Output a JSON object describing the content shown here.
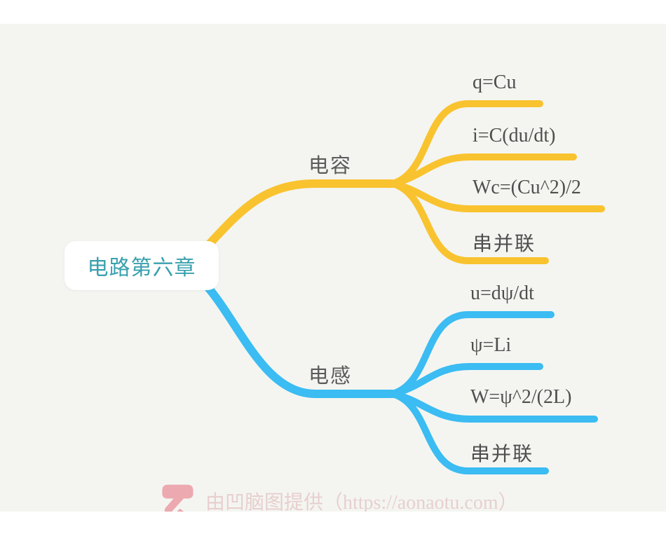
{
  "root": {
    "label": "电路第六章"
  },
  "branches": [
    {
      "label": "电容",
      "color": "#F9C32F",
      "children": [
        {
          "label": "q=Cu"
        },
        {
          "label": "i=C(du/dt)"
        },
        {
          "label": "Wc=(Cu^2)/2"
        },
        {
          "label": "串并联"
        }
      ]
    },
    {
      "label": "电感",
      "color": "#3BBCF2",
      "children": [
        {
          "label": "u=dψ/dt"
        },
        {
          "label": "ψ=Li"
        },
        {
          "label": "W=ψ^2/(2L)"
        },
        {
          "label": "串并联"
        }
      ]
    }
  ],
  "watermark": {
    "text": "由凹脑图提供（https://aonaotu.com）"
  },
  "colors": {
    "canvas_bg": "#f4f5f1",
    "capacitor_branch": "#F9C32F",
    "inductor_branch": "#3BBCF2",
    "root_text": "#39A0AE",
    "branch_label_text": "#5B5B5B",
    "leaf_text": "#4E4E4E",
    "watermark_text": "#E7CFCE",
    "watermark_logo": "#ECA9AF"
  }
}
